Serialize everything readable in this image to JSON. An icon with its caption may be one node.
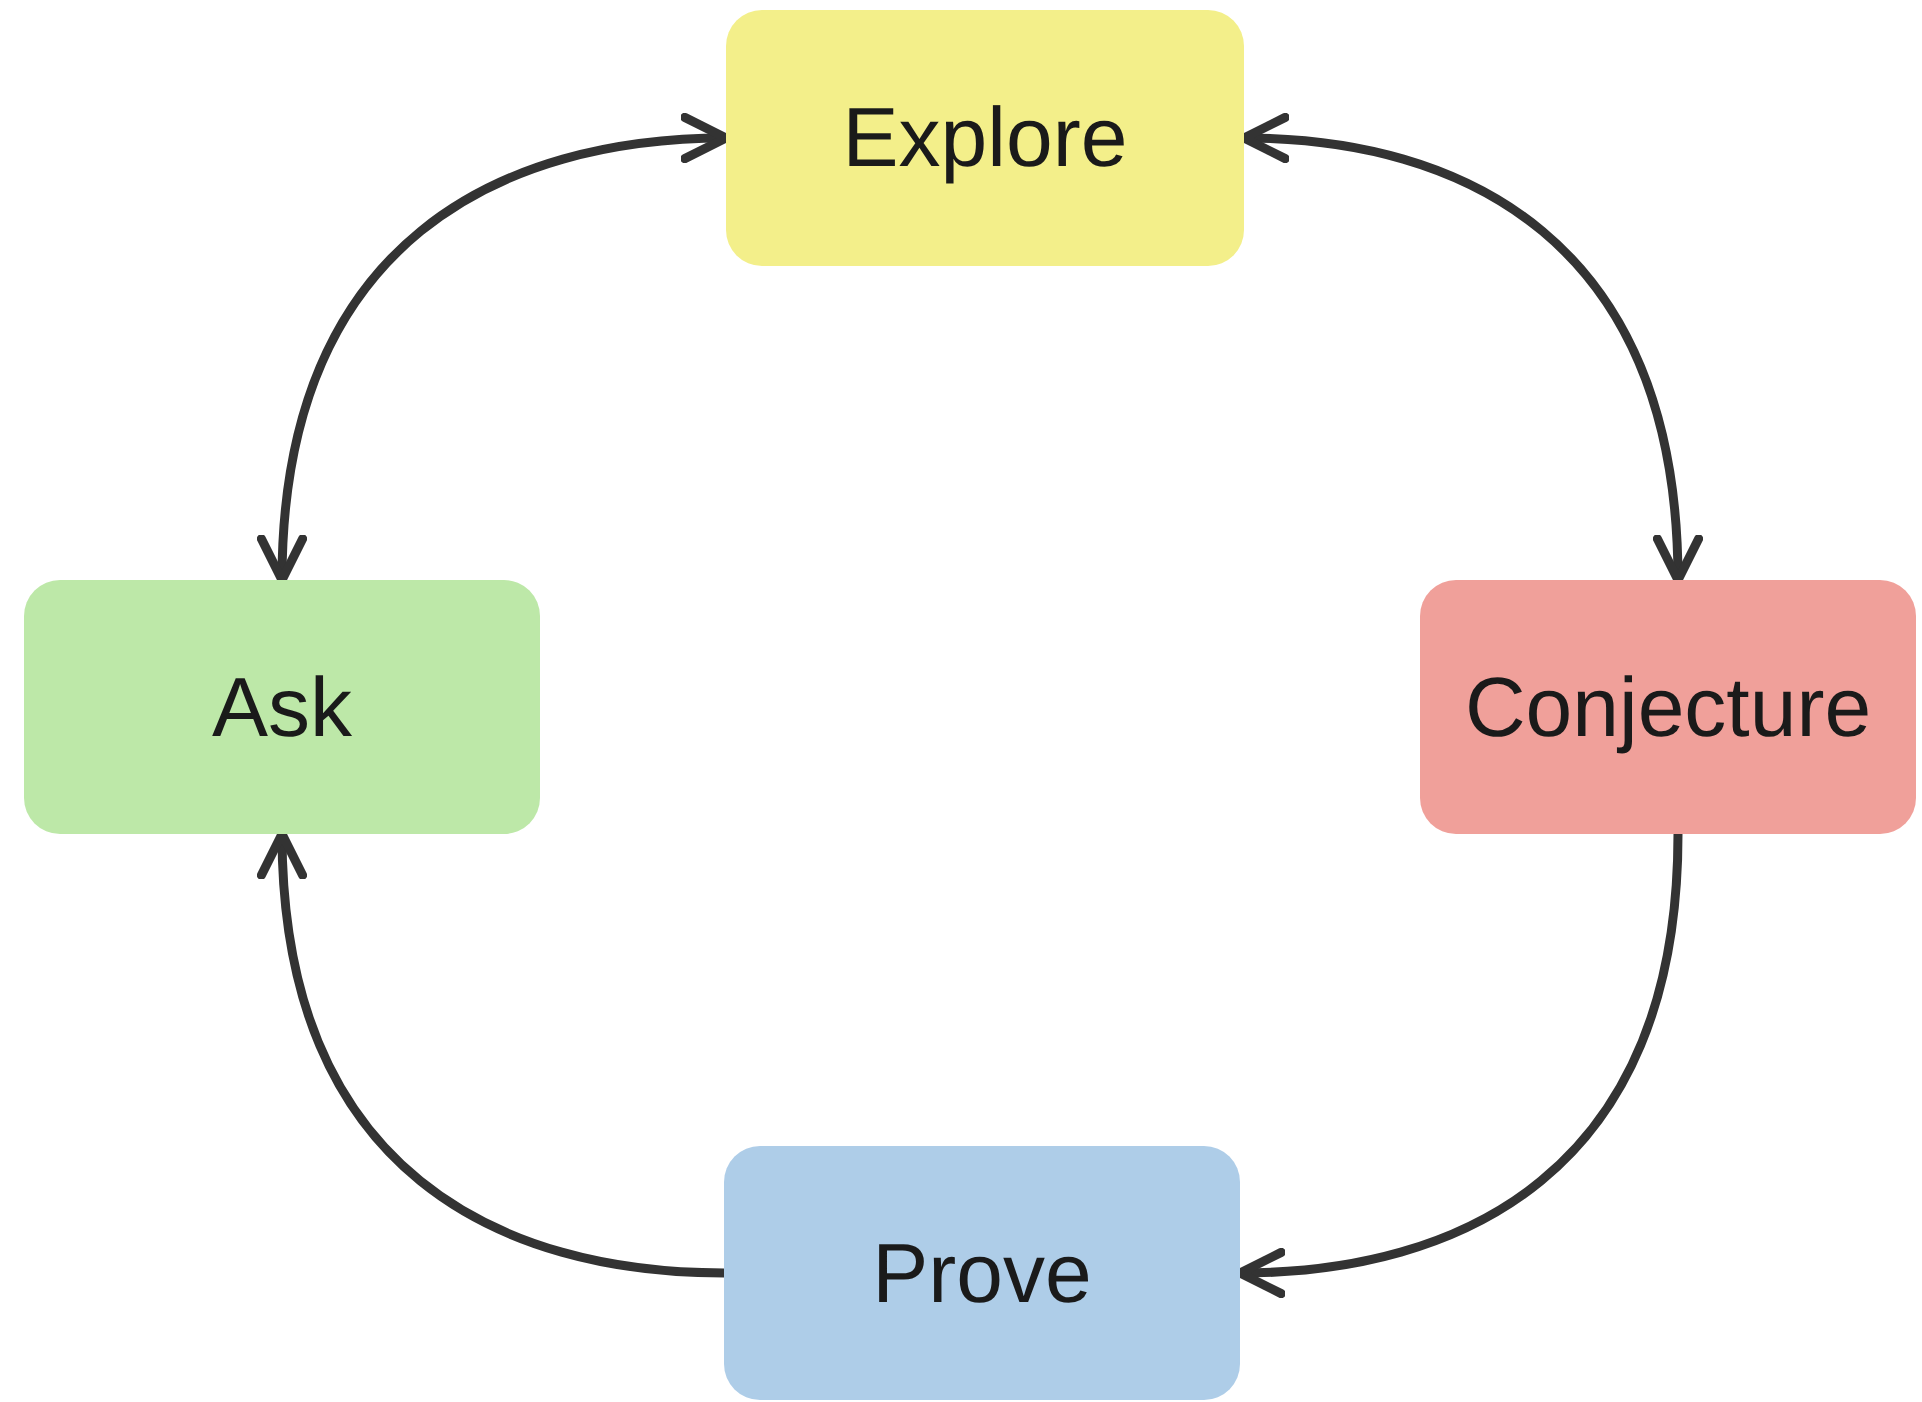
{
  "diagram": {
    "nodes": [
      {
        "text": [
          "Explore"
        ]
      },
      {
        "text": [
          "Ask"
        ]
      },
      {
        "text": [
          "Conjecture"
        ]
      },
      {
        "text": [
          "Prove"
        ]
      }
    ],
    "edges": [
      {
        "from": 1,
        "to": 0,
        "arrow": "both"
      },
      {
        "from": 0,
        "to": 2,
        "arrow": "both"
      },
      {
        "from": 2,
        "to": 3,
        "arrow": "to"
      },
      {
        "from": 3,
        "to": 1,
        "arrow": "to"
      }
    ]
  }
}
